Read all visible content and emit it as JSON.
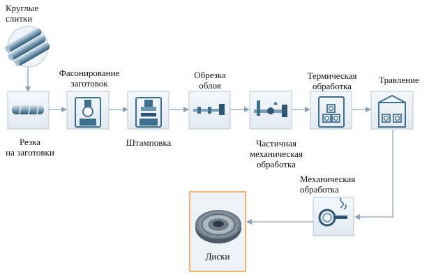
{
  "diagram": {
    "nodes": [
      {
        "id": "ingots",
        "label": [
          "Круглые",
          "слитки"
        ]
      },
      {
        "id": "cutting",
        "label": [
          "Резка",
          "на заготовки"
        ]
      },
      {
        "id": "preforming",
        "label": [
          "Фасонирование",
          "заготовок"
        ]
      },
      {
        "id": "stamping",
        "label": [
          "Штамповка"
        ]
      },
      {
        "id": "deflashing",
        "label": [
          "Обрезка",
          "облоя"
        ]
      },
      {
        "id": "partial_machining",
        "label": [
          "Частичная",
          "механическая",
          "обработка"
        ]
      },
      {
        "id": "heat_treatment",
        "label": [
          "Термическая",
          "обработка"
        ]
      },
      {
        "id": "etching",
        "label": [
          "Травление"
        ]
      },
      {
        "id": "machining",
        "label": [
          "Механическая",
          "обработка"
        ]
      },
      {
        "id": "disks",
        "label": [
          "Диски"
        ]
      }
    ],
    "edges": [
      [
        "ingots",
        "cutting"
      ],
      [
        "cutting",
        "preforming"
      ],
      [
        "preforming",
        "stamping"
      ],
      [
        "stamping",
        "deflashing"
      ],
      [
        "deflashing",
        "partial_machining"
      ],
      [
        "partial_machining",
        "heat_treatment"
      ],
      [
        "heat_treatment",
        "etching"
      ],
      [
        "etching",
        "machining"
      ],
      [
        "machining",
        "disks"
      ]
    ],
    "colors": {
      "box_border": "#b9c6d3",
      "arrow": "#8aa0b6",
      "highlight": "#f0a050",
      "icon": "#3d6f8f"
    }
  }
}
